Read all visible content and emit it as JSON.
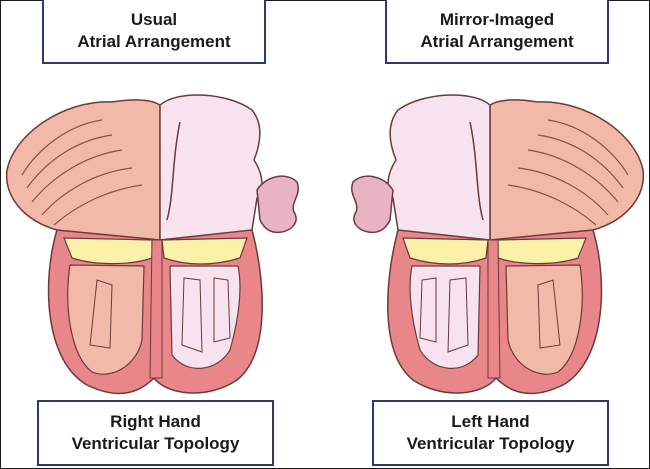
{
  "labels": {
    "top_left": {
      "line1": "Usual",
      "line2": "Atrial Arrangement"
    },
    "top_right": {
      "line1": "Mirror-Imaged",
      "line2": "Atrial Arrangement"
    },
    "bottom_left": {
      "line1": "Right Hand",
      "line2": "Ventricular Topology"
    },
    "bottom_right": {
      "line1": "Left Hand",
      "line2": "Ventricular Topology"
    }
  },
  "colors": {
    "outer_wall": "#e8868a",
    "right_side_chamber": "#f2b9a8",
    "left_side_chamber": "#f6e3ef",
    "valve_plane": "#fbf0a8",
    "label_border": "#2c3a6e"
  }
}
